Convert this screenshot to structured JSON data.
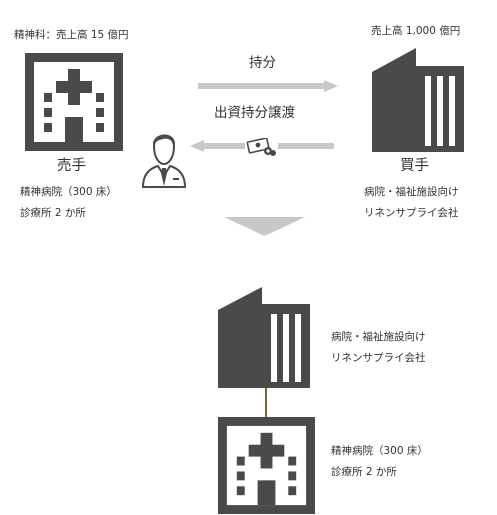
{
  "seller": {
    "header": "精神科：売上高 15 億円",
    "label": "売手",
    "desc_line1": "精神病院（300 床）",
    "desc_line2": "診療所 2 か所"
  },
  "buyer": {
    "header": "売上高 1,000 億円",
    "label": "買手",
    "desc_line1": "病院・福祉施設向け",
    "desc_line2": "リネンサプライ会社"
  },
  "transfer": {
    "top_label": "持分",
    "bottom_label": "出資持分譲渡"
  },
  "result": {
    "parent_line1": "病院・福祉施設向け",
    "parent_line2": "リネンサプライ会社",
    "child_line1": "精神病院（300 床）",
    "child_line2": "診療所 2 か所"
  },
  "colors": {
    "icon": "#4a4a4a",
    "arrow": "#c8c8c8",
    "link_line": "#7a6a3a"
  },
  "icons": {
    "hospital": "hospital-icon",
    "building": "office-building-icon",
    "person": "businessman-icon",
    "money": "money-icon",
    "down_arrow": "down-triangle-arrow"
  }
}
